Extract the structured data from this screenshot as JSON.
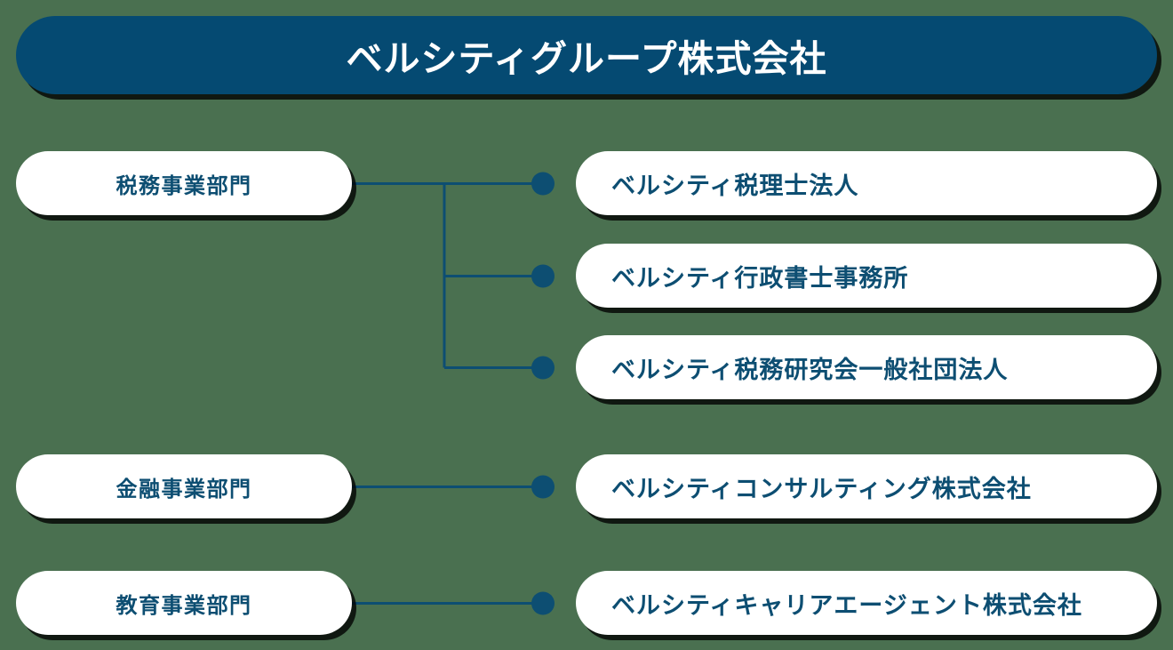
{
  "background_color": "#4a7050",
  "accent_color": "#054a72",
  "pill_background": "#ffffff",
  "pill_text_color": "#0d4e72",
  "header": {
    "title": "ベルシティグループ株式会社"
  },
  "divisions": [
    {
      "label": "税務事業部門"
    },
    {
      "label": "金融事業部門"
    },
    {
      "label": "教育事業部門"
    }
  ],
  "companies": [
    {
      "label": "ベルシティ税理士法人"
    },
    {
      "label": "ベルシティ行政書士事務所"
    },
    {
      "label": "ベルシティ税務研究会一般社団法人"
    },
    {
      "label": "ベルシティコンサルティング株式会社"
    },
    {
      "label": "ベルシティキャリアエージェント株式会社"
    }
  ],
  "connectors": {
    "line_color": "#0d4e72",
    "dot_color": "#0d4e72",
    "line_width": 3,
    "dot_radius": 13
  }
}
